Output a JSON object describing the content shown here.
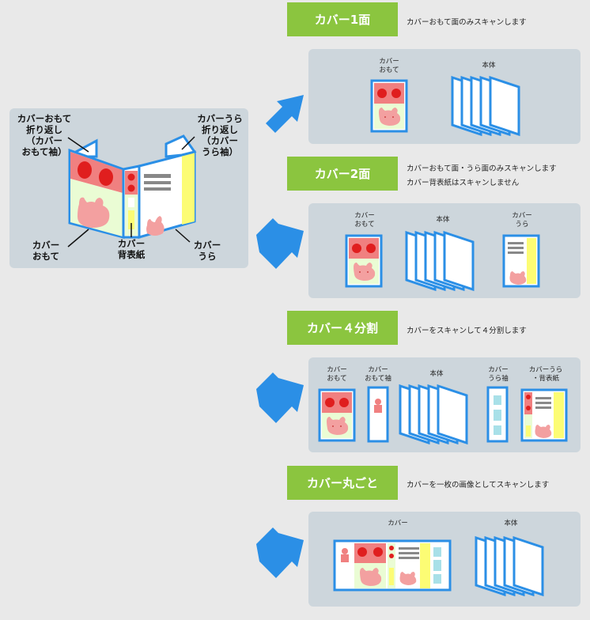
{
  "left_panel": {
    "label_front_flap": "カバーおもて\n折り返し\n（カバー\nおもて袖）",
    "label_back_flap": "カバーうら\n折り返し\n（カバー\nうら袖）",
    "label_front": "カバー\nおもて",
    "label_spine": "カバー\n背表紙",
    "label_back": "カバー\nうら"
  },
  "sections": [
    {
      "tag": "カバー1面",
      "desc": "カバーおもて面のみスキャンします",
      "items": [
        "カバー\nおもて",
        "本体"
      ]
    },
    {
      "tag": "カバー2面",
      "desc": "カバーおもて面・うら面のみスキャンします\nカバー背表紙はスキャンしません",
      "items": [
        "カバー\nおもて",
        "本体",
        "カバー\nうら"
      ]
    },
    {
      "tag": "カバー４分割",
      "desc": "カバーをスキャンして４分割します",
      "items": [
        "カバー\nおもて",
        "カバー\nおもて袖",
        "本体",
        "カバー\nうら袖",
        "カバーうら\n・背表紙"
      ]
    },
    {
      "tag": "カバー丸ごと",
      "desc": "カバーを一枚の画像としてスキャンします",
      "items": [
        "カバー",
        "本体"
      ]
    }
  ],
  "colors": {
    "background": "#e9e9e9",
    "panel": "#cdd6dc",
    "tag_green": "#8bc53f",
    "arrow_blue": "#2b8fe6",
    "cover_red": "#f08080",
    "dot_red": "#e01e1e",
    "bunny_pink": "#f3a0a0",
    "light_green": "#eafcd4",
    "yellow": "#fcfc74",
    "frame_blue": "#2b8fe6"
  }
}
